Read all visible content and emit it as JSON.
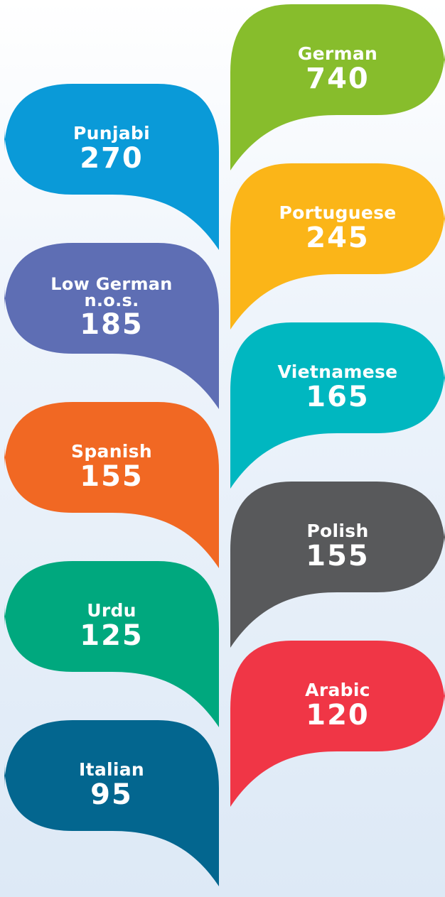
{
  "bubbles": [
    {
      "id": "punjabi",
      "side": "left",
      "language": [
        "Punjabi"
      ],
      "value": "270",
      "color": "#0a9ad8"
    },
    {
      "id": "low-german",
      "side": "left",
      "language": [
        "Low German",
        "n.o.s."
      ],
      "value": "185",
      "color": "#5e6eb4"
    },
    {
      "id": "spanish",
      "side": "left",
      "language": [
        "Spanish"
      ],
      "value": "155",
      "color": "#f16823"
    },
    {
      "id": "urdu",
      "side": "left",
      "language": [
        "Urdu"
      ],
      "value": "125",
      "color": "#00a87e"
    },
    {
      "id": "italian",
      "side": "left",
      "language": [
        "Italian"
      ],
      "value": "95",
      "color": "#03668f"
    },
    {
      "id": "german",
      "side": "right",
      "language": [
        "German"
      ],
      "value": "740",
      "color": "#87bd2c"
    },
    {
      "id": "portuguese",
      "side": "right",
      "language": [
        "Portuguese"
      ],
      "value": "245",
      "color": "#fbb518"
    },
    {
      "id": "vietnamese",
      "side": "right",
      "language": [
        "Vietnamese"
      ],
      "value": "165",
      "color": "#00b7c0"
    },
    {
      "id": "polish",
      "side": "right",
      "language": [
        "Polish"
      ],
      "value": "155",
      "color": "#58595b"
    },
    {
      "id": "arabic",
      "side": "right",
      "language": [
        "Arabic"
      ],
      "value": "120",
      "color": "#f03646"
    }
  ]
}
